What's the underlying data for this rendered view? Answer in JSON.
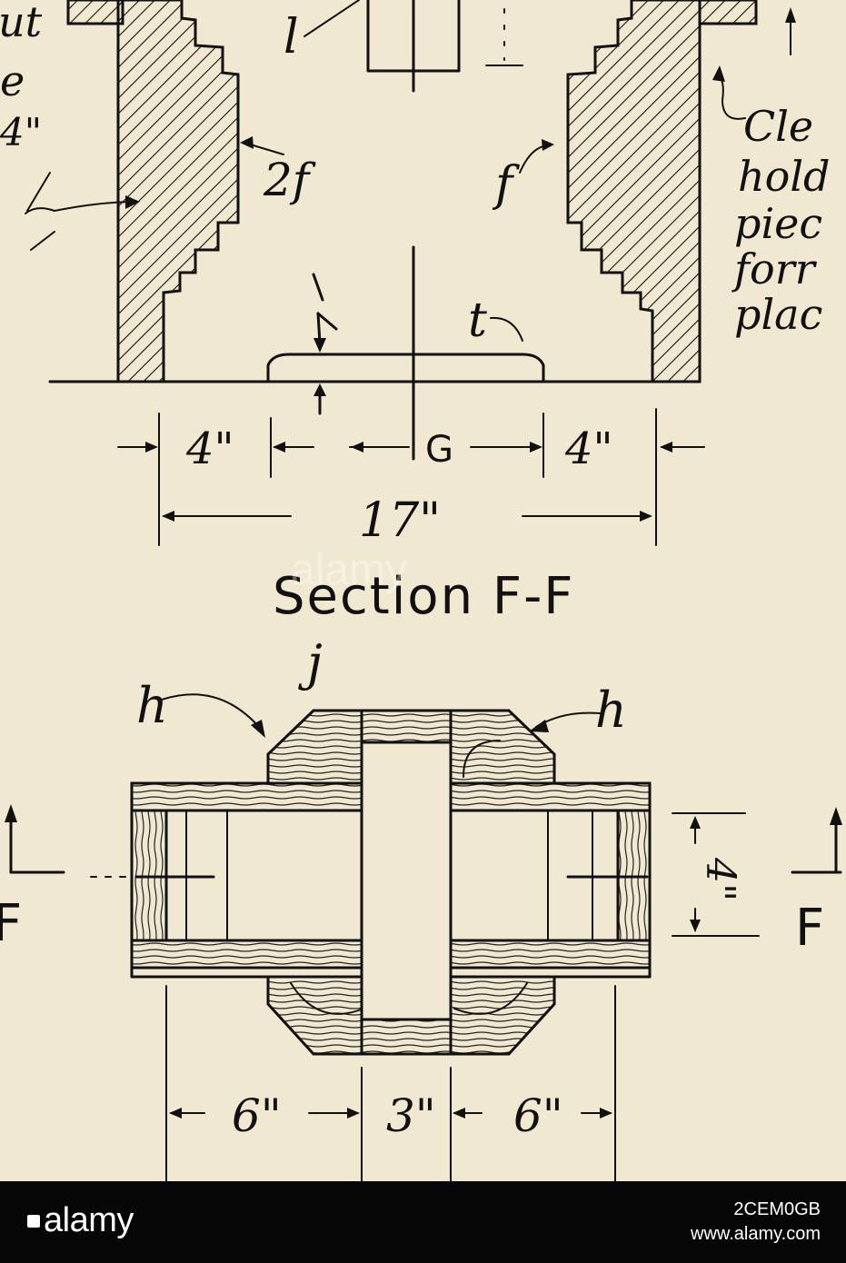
{
  "labels": {
    "l": "l",
    "f_left": "2f",
    "f_right": "f",
    "t": "t",
    "h_left": "h",
    "h_right": "h",
    "j": "j",
    "F_left": "F",
    "F_right": "F"
  },
  "cut_note_left": [
    "ut",
    "e",
    "4\""
  ],
  "cleat_note_right": [
    "Cle",
    "hold",
    "piec",
    "forr",
    "plac"
  ],
  "dimensions": {
    "top_left": "4\"",
    "top_center": "G",
    "top_right": "4\"",
    "overall": "17\"",
    "side_vertical": "4\"",
    "bottom_left": "6\"",
    "bottom_center": "3\"",
    "bottom_right": "6\""
  },
  "section_title": "Section F-F",
  "watermark": {
    "brand": "alamy",
    "image_id": "2CEM0GB",
    "site": "www.alamy.com"
  },
  "colors": {
    "paper": "#f1e8d1",
    "ink": "#111111",
    "footer": "#060606"
  }
}
